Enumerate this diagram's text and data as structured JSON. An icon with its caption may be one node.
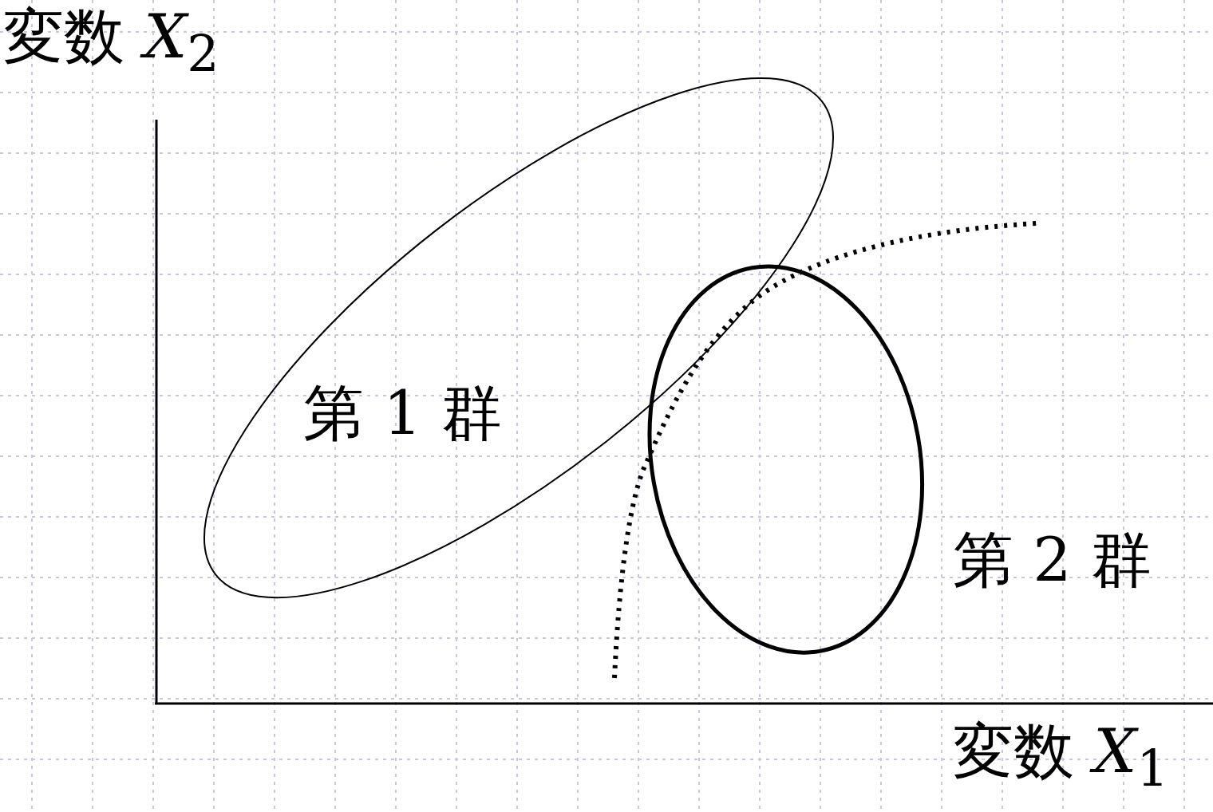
{
  "diagram": {
    "nodes": [
      {
        "text": [
          "第 1 群"
        ]
      },
      {
        "text": [],
        "shape": "circle",
        "beside": [
          "第 2 群"
        ]
      }
    ],
    "labels": [
      "変数 *X*$_{2}$",
      "変数 *X*$_{1}$"
    ]
  }
}
